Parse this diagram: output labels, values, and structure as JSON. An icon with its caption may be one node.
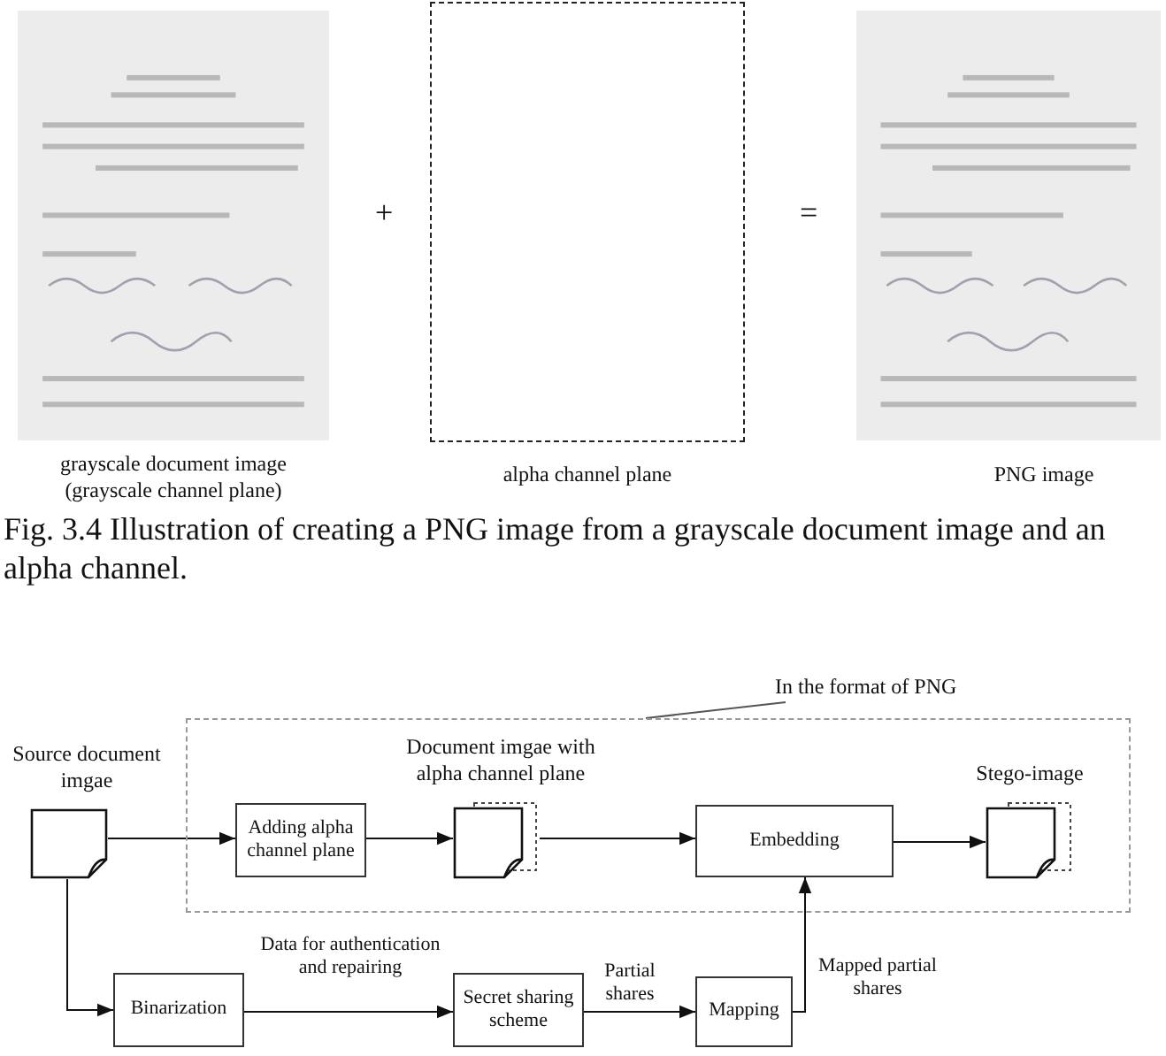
{
  "diagram": {
    "caption": "Fig. 3.4 Illustration of creating a PNG image from a grayscale document image and an alpha channel.",
    "nodes": [
      {
        "text": [],
        "shape": "picture",
        "beside": [
          "grayscale document image (grayscale channel plane)"
        ]
      },
      {
        "text": [],
        "shape": "box",
        "beside": [
          "alpha channel plane"
        ]
      },
      {
        "text": [],
        "shape": "picture",
        "beside": [
          "PNG image"
        ]
      },
      {
        "text": [
          "In the format of PNG"
        ]
      },
      {
        "text": [],
        "shape": "box"
      },
      {
        "text": [
          "Source document imgae"
        ]
      },
      {
        "text": [
          "Adding alpha channel plane"
        ],
        "in": 4
      },
      {
        "text": [
          "Document imgae with alpha channel plane"
        ],
        "in": 4
      },
      {
        "text": [
          "Embedding"
        ],
        "in": 4
      },
      {
        "text": [
          "Stego-image"
        ],
        "in": 4
      },
      {
        "text": [
          "Binarization"
        ]
      },
      {
        "text": [
          "Secret sharing scheme"
        ]
      },
      {
        "text": [
          "Mapping"
        ]
      }
    ],
    "edges": [
      {
        "from": 3,
        "to": 4,
        "arrow": "none"
      },
      {
        "from": 5,
        "to": 6,
        "arrow": "to"
      },
      {
        "from": 6,
        "to": 7,
        "arrow": "to"
      },
      {
        "from": 7,
        "to": 8,
        "arrow": "to"
      },
      {
        "from": 8,
        "to": 9,
        "arrow": "to"
      },
      {
        "from": 5,
        "to": 10,
        "arrow": "to"
      },
      {
        "from": 10,
        "to": 11,
        "arrow": "to",
        "label": "Data for authentication and repairing"
      },
      {
        "from": 11,
        "to": 12,
        "arrow": "to",
        "label": "Partial shares"
      },
      {
        "from": 12,
        "to": 8,
        "arrow": "to",
        "label": "Mapped partial shares"
      }
    ],
    "labels": [
      "+",
      "="
    ]
  }
}
